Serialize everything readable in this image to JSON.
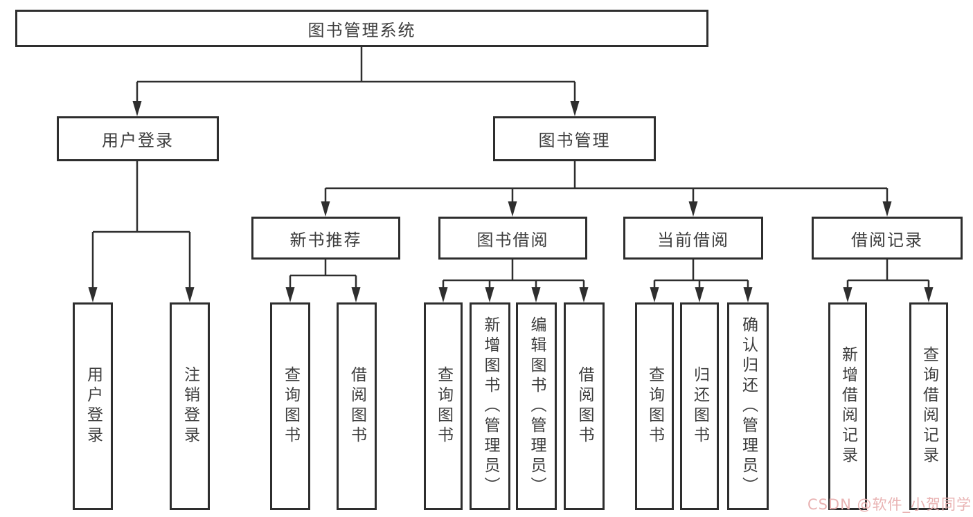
{
  "diagram_title": "图书管理系统",
  "colors": {
    "line": "#2e2e2e",
    "text": "#3d3d3d",
    "background": "#ffffff",
    "watermark": "#e9b3b3"
  },
  "nodes": {
    "root": "图书管理系统",
    "user_login": "用户登录",
    "book_mgmt": "图书管理",
    "new_book_rec": "新书推荐",
    "book_borrow": "图书借阅",
    "current_borrow": "当前借阅",
    "borrow_records": "借阅记录",
    "leaf_user_login": "用户登录",
    "leaf_logout": "注销登录",
    "leaf_nbr_query": "查询图书",
    "leaf_nbr_borrow": "借阅图书",
    "leaf_bb_query": "查询图书",
    "leaf_bb_add": "新增图书（管理员）",
    "leaf_bb_edit": "编辑图书（管理员）",
    "leaf_bb_borrow": "借阅图书",
    "leaf_cb_query": "查询图书",
    "leaf_cb_return": "归还图书",
    "leaf_cb_confirm": "确认归还（管理员）",
    "leaf_br_add": "新增借阅记录",
    "leaf_br_query": "查询借阅记录"
  },
  "watermark": {
    "text": "CSDN @软件_小贺同学"
  }
}
